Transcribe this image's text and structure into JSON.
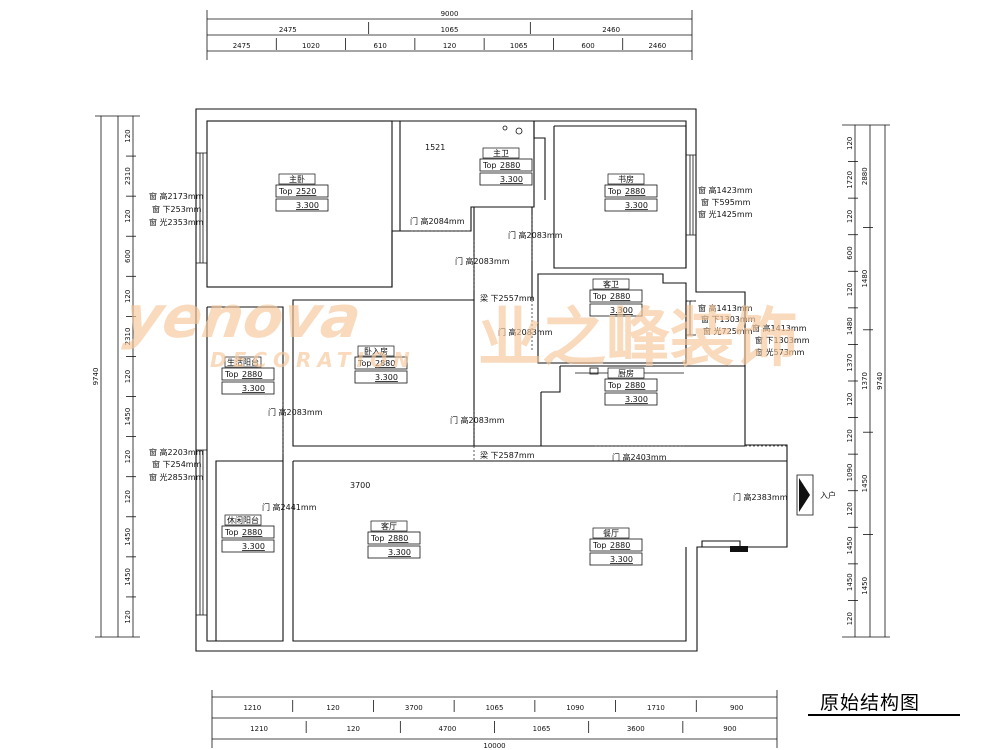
{
  "title": "原始结构图",
  "watermark": {
    "brand": "yenova",
    "subtitle": "DECORATION",
    "company": "业之峰装饰"
  },
  "entrance_label": "入户",
  "room_fields": {
    "floor": "Top",
    "ceiling": "3.300"
  },
  "rooms": [
    {
      "name": "主卧",
      "floor_val": "2520",
      "ceiling_val": "3.300"
    },
    {
      "name": "主卫",
      "floor_val": "2880",
      "ceiling_val": "3.300"
    },
    {
      "name": "书房",
      "floor_val": "2880",
      "ceiling_val": "3.300"
    },
    {
      "name": "客卫",
      "floor_val": "2880",
      "ceiling_val": "3.300"
    },
    {
      "name": "卧入房",
      "floor_val": "2880",
      "ceiling_val": "3.300"
    },
    {
      "name": "厨房",
      "floor_val": "2880",
      "ceiling_val": "3.300"
    },
    {
      "name": "生活阳台",
      "floor_val": "2880",
      "ceiling_val": "3.300"
    },
    {
      "name": "休闲阳台",
      "floor_val": "2880",
      "ceiling_val": "3.300"
    },
    {
      "name": "客厅",
      "floor_val": "2880",
      "ceiling_val": "3.300"
    },
    {
      "name": "餐厅",
      "floor_val": "2880",
      "ceiling_val": "3.300"
    }
  ],
  "notes": [
    "窗 高2173mm",
    "窗 下253mm",
    "窗 光2353mm",
    "窗 高1423mm",
    "窗 下595mm",
    "窗 光1425mm",
    "窗 高1413mm",
    "窗 下1303mm",
    "窗 光725mm",
    "窗 高1413mm",
    "窗 下1303mm",
    "窗 光573mm",
    "窗 高2203mm",
    "窗 下254mm",
    "窗 光2853mm",
    "门 高2084mm",
    "门 高2083mm",
    "门 高2083mm",
    "梁 下2557mm",
    "门 高2083mm",
    "门 高2083mm",
    "门 高2083mm",
    "梁 下2587mm",
    "门 高2403mm",
    "门 高2441mm",
    "门 高2383mm",
    "1521",
    "3700"
  ],
  "dims": {
    "top1": [
      "9000"
    ],
    "top2": [
      "2475",
      "1065",
      "2460"
    ],
    "top3": [
      "2475",
      "1020",
      "610",
      "120",
      "1065",
      "600",
      "2460"
    ],
    "bottom1": [
      "1210",
      "120",
      "3700",
      "1065",
      "1090",
      "1710",
      "900"
    ],
    "bottom2": [
      "1210",
      "120",
      "4700",
      "1065",
      "3600",
      "900"
    ],
    "bottom3": [
      "10000"
    ],
    "left1": [
      "9740"
    ],
    "left2": [
      "120",
      "2310",
      "120",
      "600",
      "120",
      "2310",
      "120",
      "1450",
      "120",
      "120",
      "1450",
      "1450",
      "120"
    ],
    "right1": [
      "9740"
    ],
    "right2": [
      "2880",
      "1480",
      "1370",
      "1450",
      "1450"
    ],
    "right3": [
      "120",
      "1720",
      "120",
      "600",
      "120",
      "1480",
      "1370",
      "120",
      "120",
      "1090",
      "120",
      "1450",
      "1450",
      "120"
    ]
  }
}
